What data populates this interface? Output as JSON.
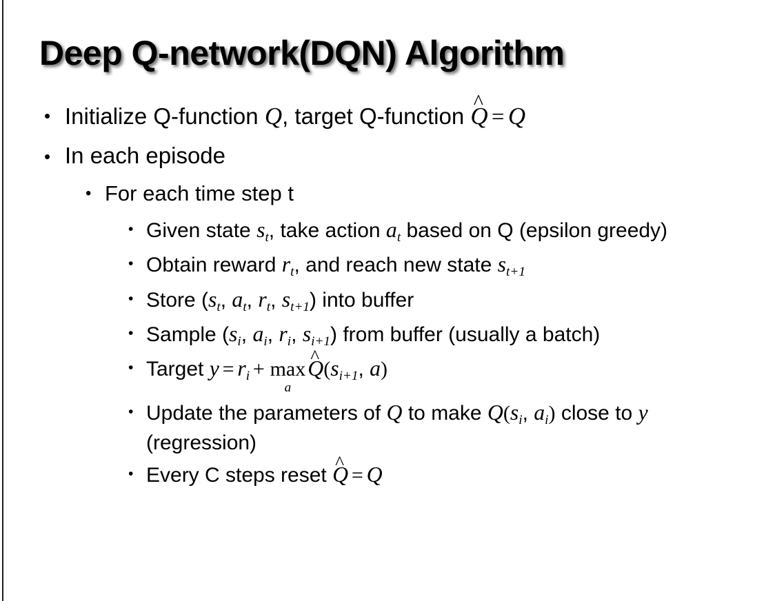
{
  "slide": {
    "title": "Deep Q-network(DQN) Algorithm",
    "background_color": "#ffffff",
    "text_color": "#000000",
    "edge_rule_color": "#1b1b1b"
  },
  "bullets": {
    "initialize": {
      "lead": "Initialize Q-function ",
      "var_q": "Q",
      "mid": ", target Q-function ",
      "hat_q": "Q",
      "hat": "^",
      "eq": "=",
      "tail_q": "Q"
    },
    "in_each_episode": "In each episode",
    "for_each_time_step": "For each time step t",
    "given_state": {
      "lead": "Given state ",
      "s": "s",
      "s_sub": "t",
      "mid": ", take action ",
      "a": "a",
      "a_sub": "t",
      "tail": " based on Q (epsilon greedy)"
    },
    "obtain_reward": {
      "lead": "Obtain reward ",
      "r": "r",
      "r_sub": "t",
      "mid": ", and reach new state ",
      "s": "s",
      "s_sub": "t+1"
    },
    "store": {
      "lead": "Store (",
      "s": "s",
      "s_sub": "t",
      "c1": ", ",
      "a": "a",
      "a_sub": "t",
      "c2": ", ",
      "r": "r",
      "r_sub": "t",
      "c3": ", ",
      "s2": "s",
      "s2_sub": "t+1",
      "tail": ") into buffer"
    },
    "sample": {
      "lead": "Sample (",
      "s": "s",
      "s_sub": "i",
      "c1": ", ",
      "a": "a",
      "a_sub": "i",
      "c2": ", ",
      "r": "r",
      "r_sub": "i",
      "c3": ", ",
      "s2": "s",
      "s2_sub": "i+1",
      "tail": ") from buffer (usually a batch)"
    },
    "target": {
      "lead": "Target ",
      "y": "y",
      "eq": "=",
      "r": "r",
      "r_sub": "i",
      "plus": "+",
      "op": "max",
      "op_lim": "a",
      "hat_q": "Q",
      "hat": "^",
      "paren_open": "(",
      "s": "s",
      "s_sub": "i+1",
      "comma": ", ",
      "a": "a",
      "paren_close": ")"
    },
    "update": {
      "lead": "Update the parameters of ",
      "q1": "Q",
      "mid": " to make ",
      "q2": "Q",
      "paren_open": "(",
      "s": "s",
      "s_sub": "i",
      "comma": ", ",
      "a": "a",
      "a_sub": "i",
      "paren_close": ")",
      "tail1": " close to ",
      "y": "y",
      "tail2": " (regression)"
    },
    "every_c": {
      "lead": "Every C steps reset ",
      "hat_q": "Q",
      "hat": "^",
      "eq": "=",
      "tail_q": "Q"
    }
  },
  "icons": {
    "bullet_level1": "•",
    "bullet_level2": "•",
    "bullet_level3": "•"
  }
}
